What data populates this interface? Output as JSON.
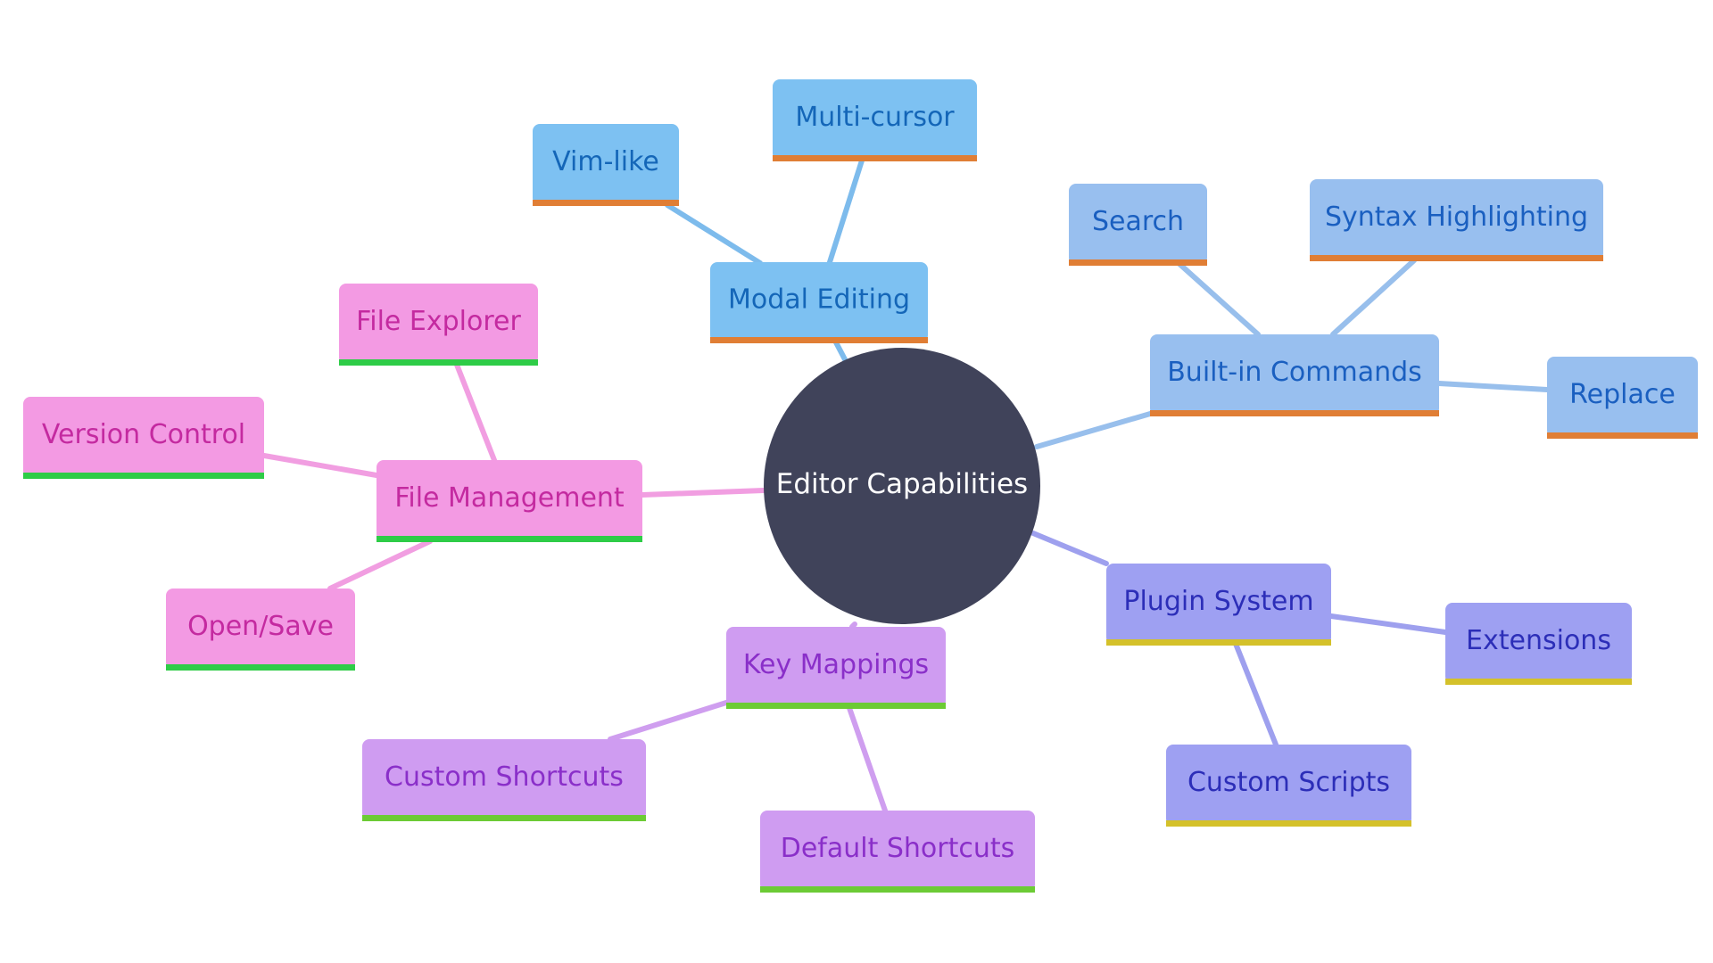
{
  "root": {
    "label": "Editor Capabilities",
    "color": "#40435A"
  },
  "branches": [
    {
      "id": "modal",
      "label": "Modal Editing",
      "fill": "#7DC1F2",
      "text": "#1466B8",
      "line": "#7DBBEC",
      "underline": "#E07E35",
      "children": [
        {
          "id": "vim",
          "label": "Vim-like"
        },
        {
          "id": "multicursor",
          "label": "Multi-cursor"
        }
      ]
    },
    {
      "id": "builtin",
      "label": "Built-in Commands",
      "fill": "#98BFEF",
      "text": "#1A5FC0",
      "line": "#98BFEC",
      "underline": "#E07E35",
      "children": [
        {
          "id": "search",
          "label": "Search"
        },
        {
          "id": "syntax",
          "label": "Syntax Highlighting"
        },
        {
          "id": "replace",
          "label": "Replace"
        }
      ]
    },
    {
      "id": "plugin",
      "label": "Plugin System",
      "fill": "#9EA0F2",
      "text": "#2C2EB8",
      "line": "#9EA0EE",
      "underline": "#D4C12A",
      "children": [
        {
          "id": "extensions",
          "label": "Extensions"
        },
        {
          "id": "scripts",
          "label": "Custom Scripts"
        }
      ]
    },
    {
      "id": "keymap",
      "label": "Key Mappings",
      "fill": "#CF9CF1",
      "text": "#8A2FC9",
      "line": "#CF9EEF",
      "underline": "#6CCB35",
      "children": [
        {
          "id": "customsc",
          "label": "Custom Shortcuts"
        },
        {
          "id": "defaultsc",
          "label": "Default Shortcuts"
        }
      ]
    },
    {
      "id": "file",
      "label": "File Management",
      "fill": "#F39AE3",
      "text": "#C42AA0",
      "line": "#F19EE1",
      "underline": "#2ECC47",
      "children": [
        {
          "id": "explorer",
          "label": "File Explorer"
        },
        {
          "id": "version",
          "label": "Version Control"
        },
        {
          "id": "opensave",
          "label": "Open/Save"
        }
      ]
    }
  ]
}
